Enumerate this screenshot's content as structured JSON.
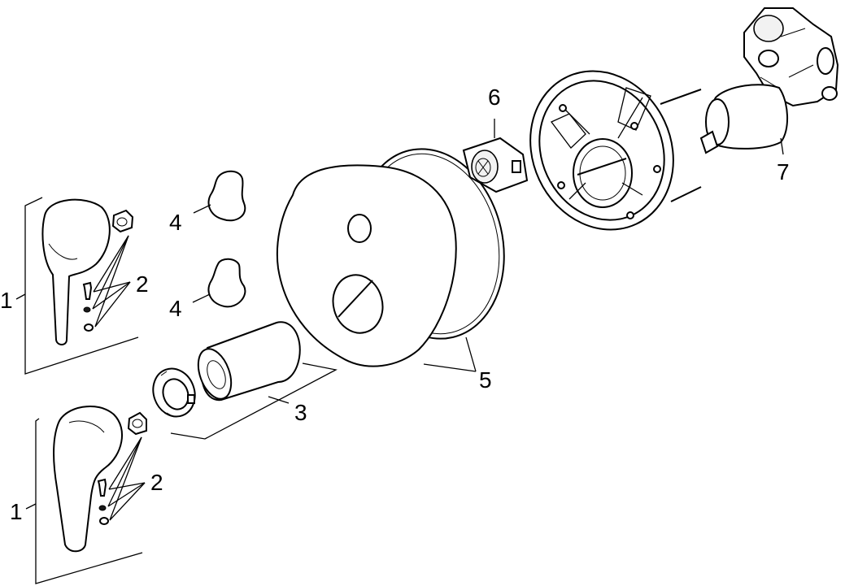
{
  "callouts": {
    "c1_top": "1",
    "c2_top": "2",
    "c4_a": "4",
    "c4_b": "4",
    "c3": "3",
    "c5": "5",
    "c6": "6",
    "c7": "7",
    "c1_bottom": "1",
    "c2_bottom": "2"
  },
  "colors": {
    "line": "#000000",
    "background": "#ffffff"
  }
}
